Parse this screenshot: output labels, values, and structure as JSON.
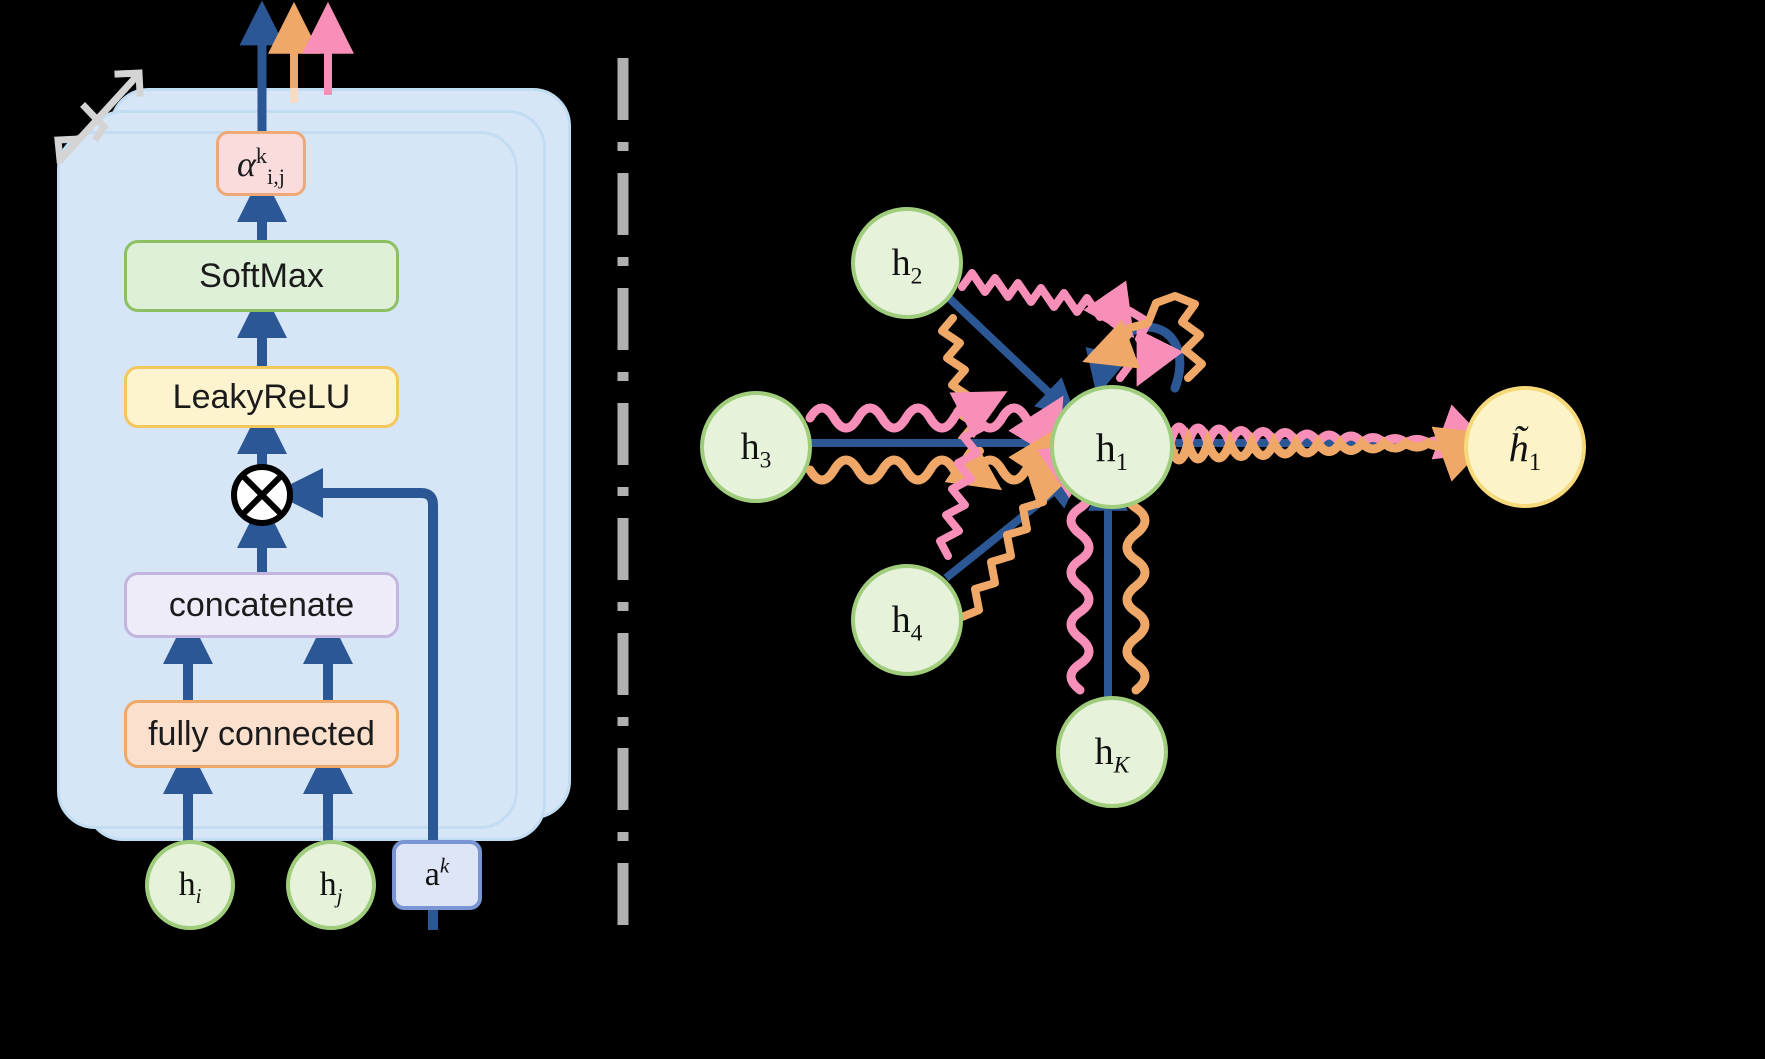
{
  "title": "Graph Attention Network (GAT) mechanism diagram",
  "divider": {
    "style": "dash-dot vertical line",
    "color": "#b0b0b0"
  },
  "left_panel": {
    "name": "attention-coefficient-pipeline",
    "stack_note": "three stacked layers representing K attention heads",
    "stack_bracket_icon": "stack-bracket-icon",
    "pipeline": [
      {
        "id": "fully-connected",
        "label": "fully connected",
        "fill": "#fbe0cd",
        "stroke": "#f0a868"
      },
      {
        "id": "concatenate",
        "label": "concatenate",
        "fill": "#efecfa",
        "stroke": "#c3b5de"
      },
      {
        "id": "multiply",
        "label": "⊗",
        "fill": "#ffffff",
        "stroke": "#000000"
      },
      {
        "id": "leakyrelu",
        "label": "LeakyReLU",
        "fill": "#fdf3cf",
        "stroke": "#f2c75c"
      },
      {
        "id": "softmax",
        "label": "SoftMax",
        "fill": "#dff0d8",
        "stroke": "#8cc063"
      }
    ],
    "output_label": {
      "base": "α",
      "sup": "k",
      "sub": "i,j",
      "fill": "#fadcdc",
      "stroke": "#efa877"
    },
    "inputs": [
      {
        "id": "h-i",
        "base": "h",
        "sub": "i",
        "shape": "circle",
        "fill": "#e6f2d9",
        "stroke": "#9fcd7c"
      },
      {
        "id": "h-j",
        "base": "h",
        "sub": "j",
        "shape": "circle",
        "fill": "#e6f2d9",
        "stroke": "#9fcd7c"
      },
      {
        "id": "a-k",
        "base": "a",
        "sup": "k",
        "shape": "rounded-rect",
        "fill": "#dde5f7",
        "stroke": "#7a95d4"
      }
    ],
    "head_output_arrows": [
      {
        "id": "head-1-arrow",
        "color": "#2c5795"
      },
      {
        "id": "head-2-arrow",
        "color": "#f0a868"
      },
      {
        "id": "head-3-arrow",
        "color": "#f78fb8"
      }
    ]
  },
  "right_panel": {
    "name": "neighborhood-aggregation-graph",
    "center_node": {
      "id": "h-1",
      "base": "h",
      "sub": "1"
    },
    "output_node": {
      "id": "h-tilde-1",
      "base": "h̃",
      "sub": "1"
    },
    "neighbor_nodes": [
      {
        "id": "h-2",
        "base": "h",
        "sub": "2"
      },
      {
        "id": "h-3",
        "base": "h",
        "sub": "3"
      },
      {
        "id": "h-4",
        "base": "h",
        "sub": "4"
      },
      {
        "id": "h-K",
        "base": "h",
        "sub": "K"
      }
    ],
    "self_loop": {
      "id": "self-loop-h1",
      "heads": 3
    },
    "edge_heads": [
      {
        "id": "head-straight",
        "color": "#2c5795",
        "style": "straight"
      },
      {
        "id": "head-wave-pink",
        "color": "#f78fb8",
        "style": "wavy"
      },
      {
        "id": "head-wave-orange",
        "color": "#f0a868",
        "style": "wavy"
      }
    ],
    "output_edge": {
      "id": "aggregation-edge",
      "note": "three heads merge into one output"
    }
  },
  "colors": {
    "blue": "#2c5795",
    "pink": "#f78fb8",
    "orange": "#f0a868",
    "green_fill": "#e6f2d9",
    "green_stroke": "#9fcd7c",
    "yellow_fill": "#fdf3c8",
    "yellow_stroke": "#f5d97a",
    "card_fill": "#d6e6f7",
    "divider": "#b0b0b0"
  }
}
